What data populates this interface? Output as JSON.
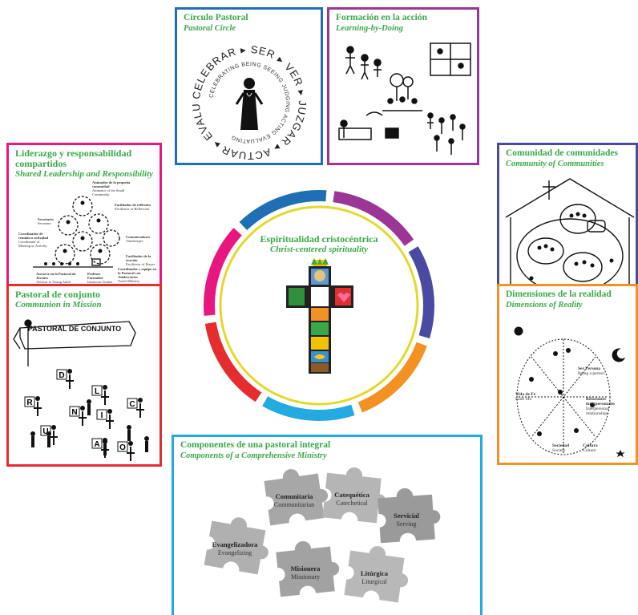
{
  "center": {
    "title": "Espiritualidad cristocéntrica",
    "subtitle": "Christ-centered spirituality",
    "ring_colors": [
      "#1f6fb5",
      "#9b3596",
      "#4b4aa1",
      "#f39223",
      "#22aae1",
      "#e52d30",
      "#e8177f"
    ],
    "inner_circle_color": "#e3d92b"
  },
  "panels": {
    "circulo": {
      "title": "Círculo Pastoral",
      "subtitle": "Pastoral Circle",
      "border_color": "#1f6fb5",
      "words": {
        "ser": "SER",
        "being": "BEING",
        "ver": "VER",
        "seeing": "SEEING",
        "juzgar": "JUZGAR",
        "judging": "JUDGING",
        "actuar": "ACTUAR",
        "acting": "ACTING",
        "evaluar": "EVALUAR",
        "evaluating": "EVALUATING",
        "celebrar": "CELEBRAR",
        "celebrating": "CELEBRATING"
      }
    },
    "formacion": {
      "title": "Formación en la acción",
      "subtitle": "Learning-by-Doing",
      "border_color": "#9b3596"
    },
    "liderazgo": {
      "title": "Liderazgo y responsabilidad compartidos",
      "subtitle": "Shared Leadership and Responsibility",
      "border_color": "#e8177f",
      "labels": {
        "animador": "Animador de la pequeña comunidad",
        "animador_en": "Animator of the Small Community",
        "facilitador_reflexion": "Facilitador de reflexión",
        "facilitador_reflexion_en": "Facilitator of Reflection",
        "secretario": "Secretario",
        "secretario_en": "Secretary",
        "comunicadores": "Comunicadores",
        "comunicadores_en": "Timekeeper",
        "coordinador": "Coordinador de reunión o actividad",
        "coordinador_en": "Coordinator of Meeting or Activity",
        "facilitador_oracion": "Facilitador de la oración",
        "facilitador_oracion_en": "Facilitator of Prayer",
        "asesor": "Asesor/a en la Pastoral de Jóvenes",
        "asesor_en": "Advisor to Young Adult Ministry",
        "profesor": "Profesor Formador",
        "profesor_en": "Instructor Trainer",
        "coordinador_equipo": "Coordinador y equipo en la Pastoral con Adolescentes",
        "coordinador_equipo_en": "Youth Ministry Coordinator and Team"
      }
    },
    "conjunto": {
      "title": "Pastoral de conjunto",
      "subtitle": "Communion in Mission",
      "border_color": "#e52d30",
      "banner": "PASTORAL DE CONJUNTO",
      "letters": [
        "D",
        "L",
        "C",
        "R",
        "N",
        "I",
        "U",
        "A",
        "O"
      ]
    },
    "comunidad": {
      "title": "Comunidad de comunidades",
      "subtitle": "Community of Communities",
      "border_color": "#4b4aa1"
    },
    "dimensiones": {
      "title": "Dimensiones de la realidad",
      "subtitle": "Dimensions of Reality",
      "border_color": "#f39223",
      "labels": {
        "ser_persona": "Ser Persona",
        "ser_persona_en": "Being a person",
        "vida_fe": "Vida de Fe",
        "vida_fe_en": "Faith life",
        "relaciones": "Relaciones interpersonales",
        "relaciones_en": "Interpersonal relationships",
        "sociedad": "Sociedad",
        "sociedad_en": "Society",
        "cultura": "Cultura",
        "cultura_en": "Culture"
      }
    },
    "componentes": {
      "title": "Componentes de una pastoral integral",
      "subtitle": "Components of a Comprehensive Ministry",
      "border_color": "#22aae1",
      "pieces": [
        {
          "es": "Comunitaria",
          "en": "Communitarian"
        },
        {
          "es": "Catequética",
          "en": "Catechetical"
        },
        {
          "es": "Servicial",
          "en": "Serving"
        },
        {
          "es": "Evangelizadora",
          "en": "Evangelizing"
        },
        {
          "es": "Misionera",
          "en": "Missionary"
        },
        {
          "es": "Litúrgica",
          "en": "Liturgical"
        }
      ]
    }
  }
}
